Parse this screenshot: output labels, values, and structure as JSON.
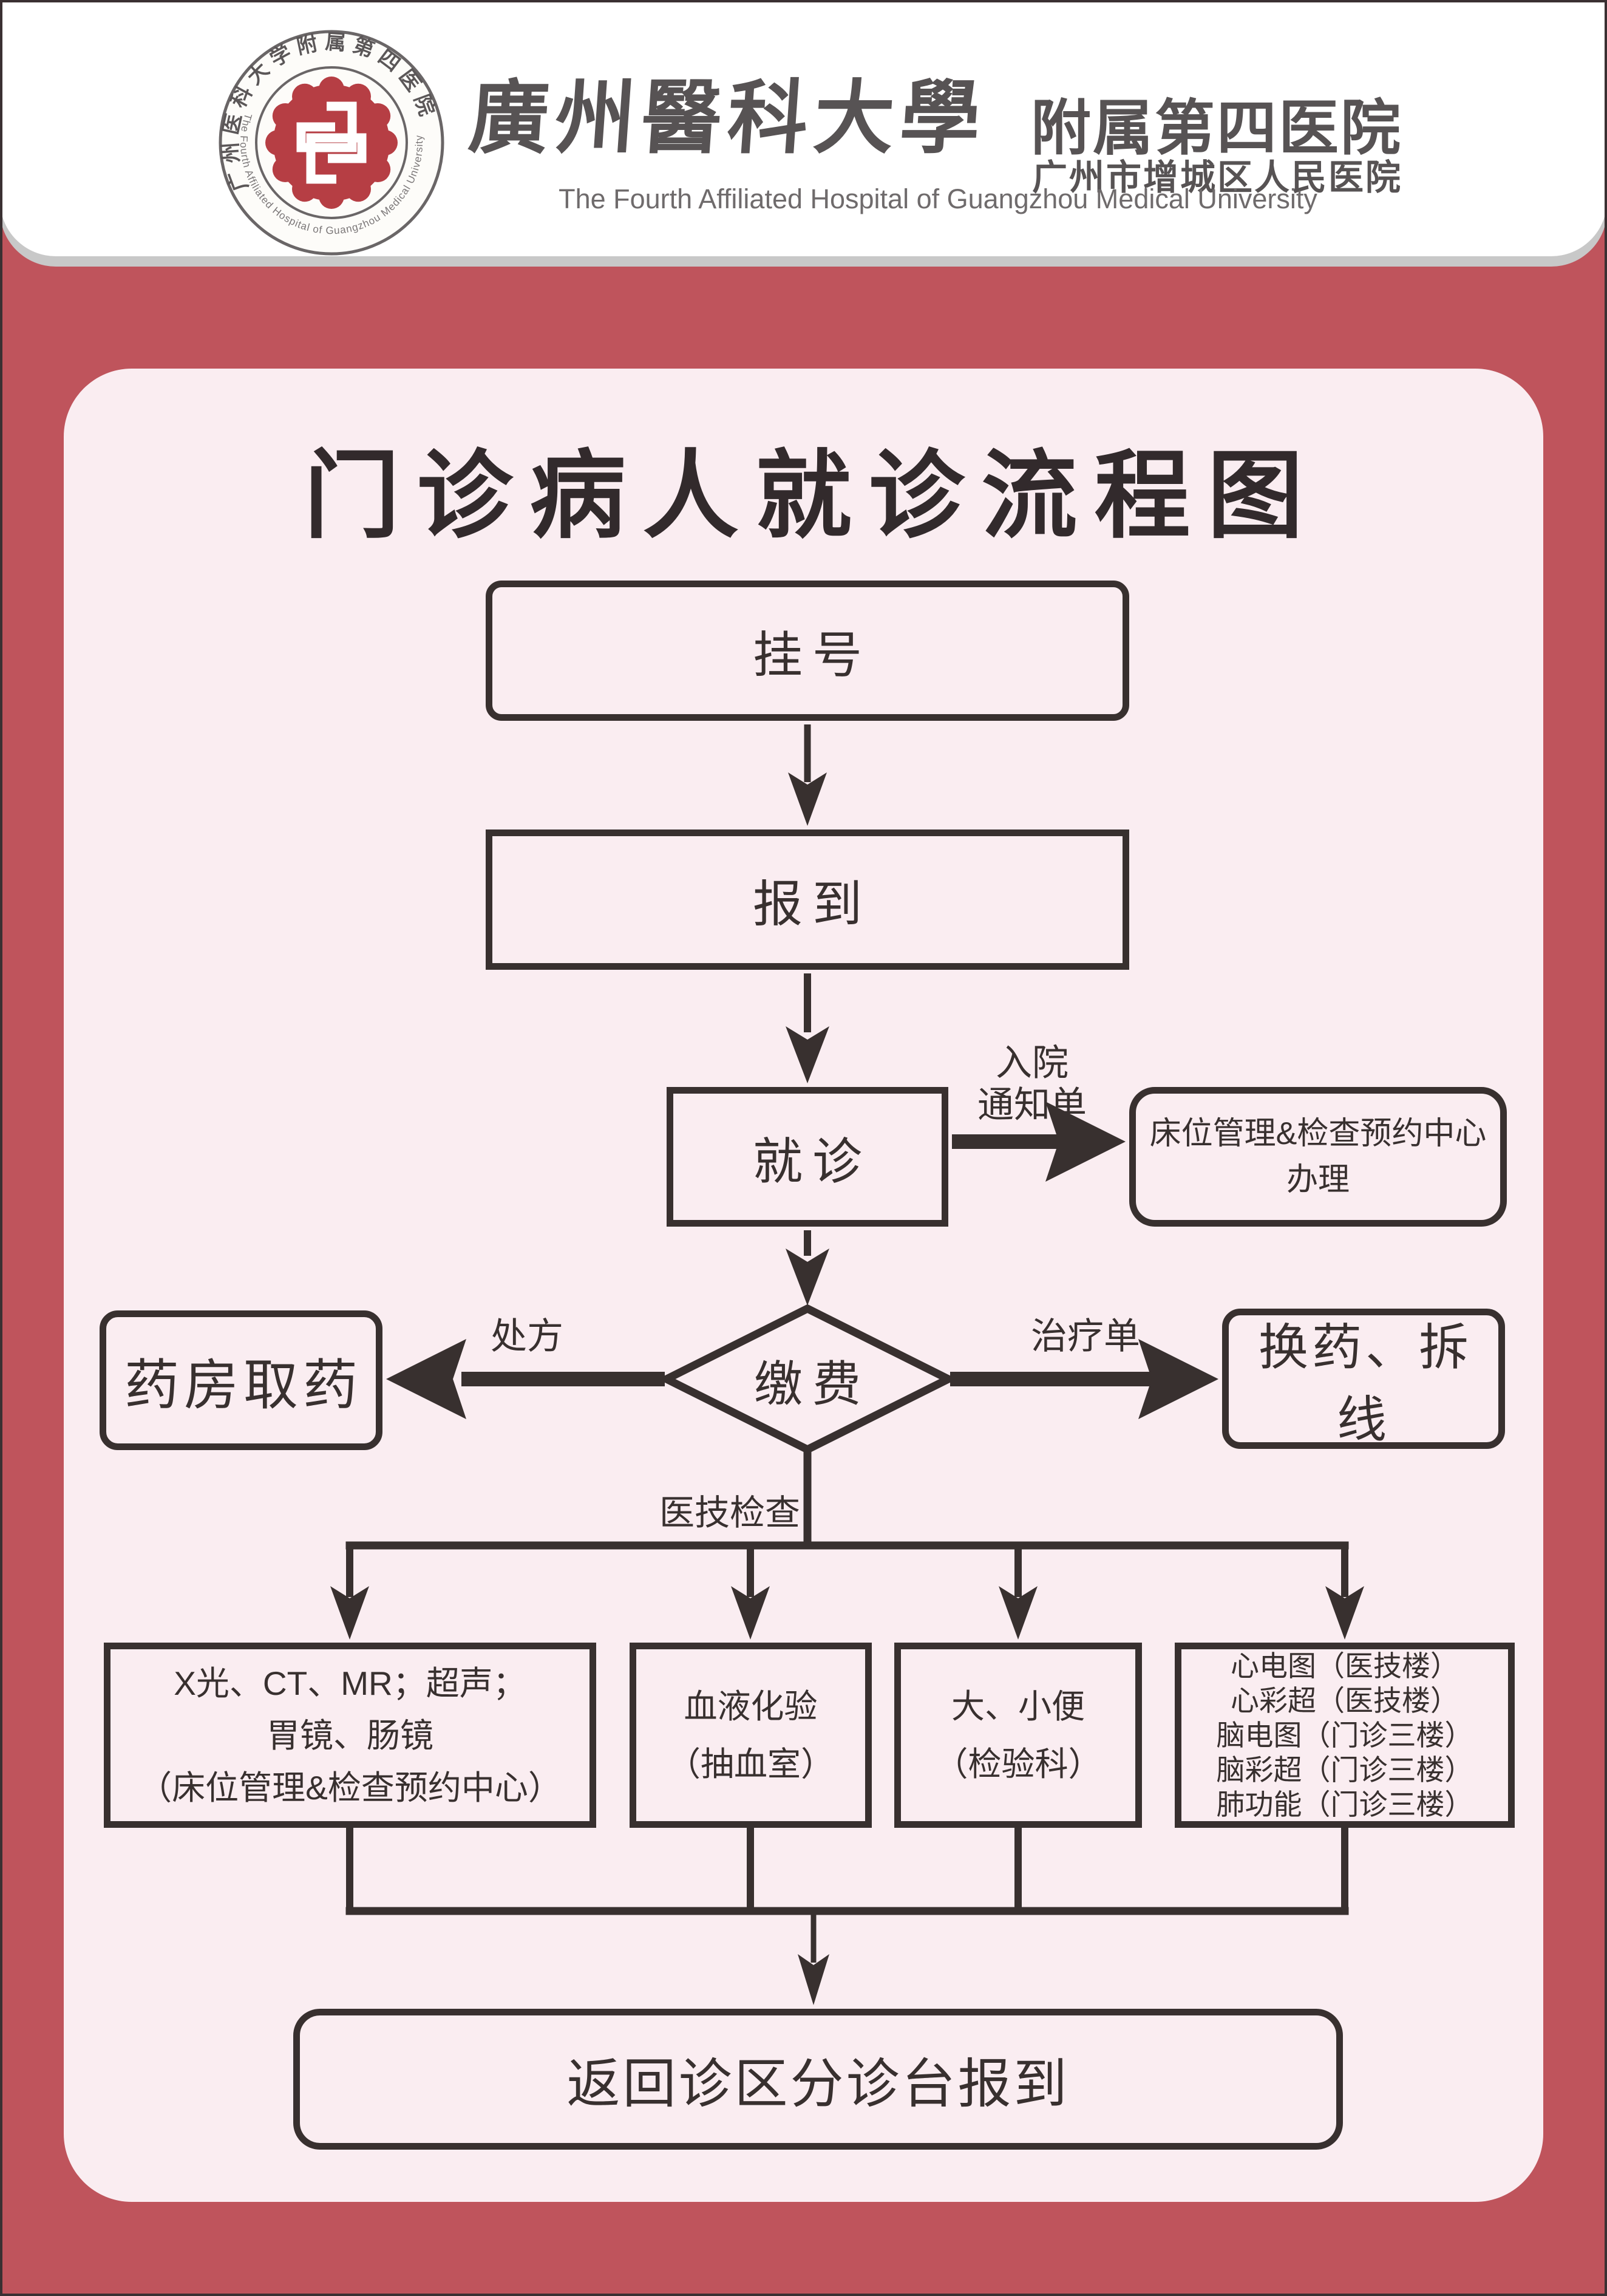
{
  "colors": {
    "background_red": "#BF545C",
    "panel_pink": "#FAEDF1",
    "ink_dark": "#38302F",
    "header_white": "#FFFFFF",
    "header_shadow_gray": "#C8C8C8",
    "logo_red": "#B63E44"
  },
  "header": {
    "calligraphy": "廣州醫科大學",
    "hospital_name": "附属第四医院",
    "subtitle_zh": "广州市增城区人民医院",
    "subtitle_en": "The Fourth Affiliated Hospital of Guangzhou Medical University",
    "logo": {
      "arc_zh": "广州医科大学附属第四医院",
      "arc_en": "The Fourth Affiliated Hospital of Guangzhou Medical University"
    }
  },
  "flow": {
    "title": "门诊病人就诊流程图",
    "nodes": {
      "register": "挂号",
      "checkin": "报到",
      "consult": "就诊",
      "bed_center": [
        "床位管理&检查预约中心",
        "办理"
      ],
      "pay": "缴费",
      "pharmacy": "药房取药",
      "dressing": "换药、拆线",
      "exam_imaging": [
        "X光、CT、MR；超声；",
        "胃镜、肠镜",
        "（床位管理&检查预约中心）"
      ],
      "exam_blood": [
        "血液化验",
        "（抽血室）"
      ],
      "exam_stool": [
        "大、小便",
        "（检验科）"
      ],
      "exam_func": [
        "心电图（医技楼）",
        "心彩超（医技楼）",
        "脑电图（门诊三楼）",
        "脑彩超（门诊三楼）",
        "肺功能（门诊三楼）"
      ],
      "return_desk": "返回诊区分诊台报到"
    },
    "edge_labels": {
      "admission": [
        "入院",
        "通知单"
      ],
      "prescription": "处方",
      "treatment": "治疗单",
      "tech_exam": "医技检查"
    }
  }
}
